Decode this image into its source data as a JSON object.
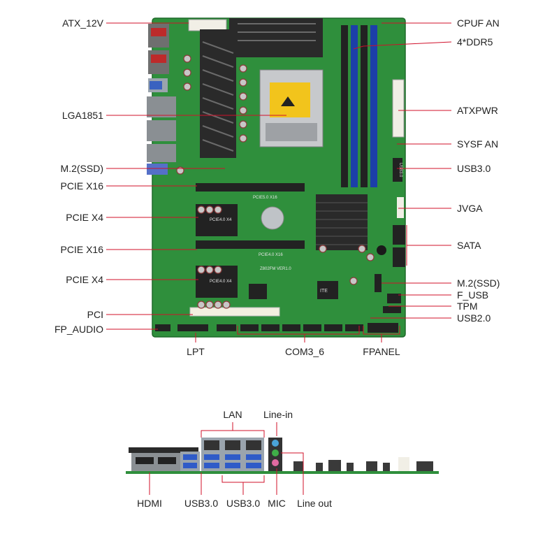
{
  "left_labels": [
    {
      "text": "ATX_12V"
    },
    {
      "text": "LGA1851"
    },
    {
      "text": "M.2(SSD)"
    },
    {
      "text": "PCIE X16"
    },
    {
      "text": "PCIE X4"
    },
    {
      "text": "PCIE X16"
    },
    {
      "text": "PCIE X4"
    },
    {
      "text": "PCI"
    },
    {
      "text": "FP_AUDIO"
    }
  ],
  "right_labels": [
    {
      "text": "CPUF AN"
    },
    {
      "text": "4*DDR5"
    },
    {
      "text": "ATXPWR"
    },
    {
      "text": "SYSF AN"
    },
    {
      "text": "USB3.0"
    },
    {
      "text": "JVGA"
    },
    {
      "text": "SATA"
    },
    {
      "text": "M.2(SSD)"
    },
    {
      "text": "F_USB"
    },
    {
      "text": "TPM"
    },
    {
      "text": "USB2.0"
    }
  ],
  "bottom_labels": [
    {
      "text": "LPT"
    },
    {
      "text": "COM3_6"
    },
    {
      "text": "FPANEL"
    }
  ],
  "io_top_labels": [
    {
      "text": "LAN"
    },
    {
      "text": "Line-in"
    }
  ],
  "io_bottom_labels": [
    {
      "text": "HDMI"
    },
    {
      "text": "USB3.0"
    },
    {
      "text": "USB3.0"
    },
    {
      "text": "MIC"
    },
    {
      "text": "Line out"
    }
  ],
  "board_silkscreen": {
    "model": "Z802FM VER1.0",
    "pcie1": "PCIE5.0 X16",
    "pcie2": "PCIE4.0 X4",
    "pcie3": "PCIE4.0 X16",
    "pcie4": "PCIE4.0 X4",
    "chip": "ITE",
    "usb_header": "USB3.0"
  },
  "colors": {
    "leader": "#d0102a",
    "pcb": "#2f8f3c",
    "dimm": "#1c3fa8",
    "heatsink": "#2a2a2a"
  }
}
